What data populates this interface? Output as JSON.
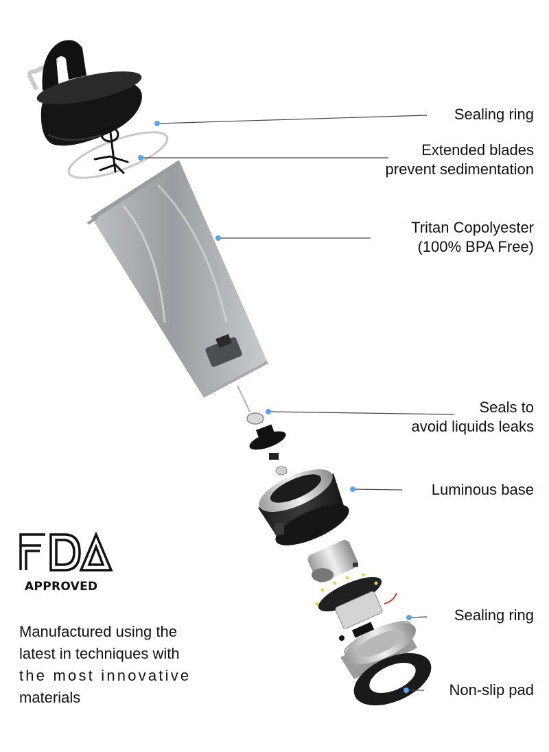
{
  "callouts": {
    "sealing_ring_top": {
      "lines": [
        "Sealing ring"
      ]
    },
    "extended_blades": {
      "lines": [
        "Extended blades",
        "prevent sedimentation"
      ]
    },
    "tritan": {
      "lines": [
        "Tritan Copolyester",
        "(100% BPA Free)"
      ]
    },
    "seals": {
      "lines": [
        "Seals to",
        "avoid liquids leaks"
      ]
    },
    "luminous_base": {
      "lines": [
        "Luminous base"
      ]
    },
    "sealing_ring_bottom": {
      "lines": [
        "Sealing ring"
      ]
    },
    "non_slip_pad": {
      "lines": [
        "Non-slip pad"
      ]
    }
  },
  "fda": {
    "logo_text": "FDA",
    "approved": "APPROVED"
  },
  "description": {
    "lines": [
      "Manufactured using the",
      "latest in techniques with",
      "the most innovative",
      "materials"
    ]
  },
  "colors": {
    "marker": "#5ba4ea",
    "leader_line": "#444444",
    "text": "#111111"
  }
}
